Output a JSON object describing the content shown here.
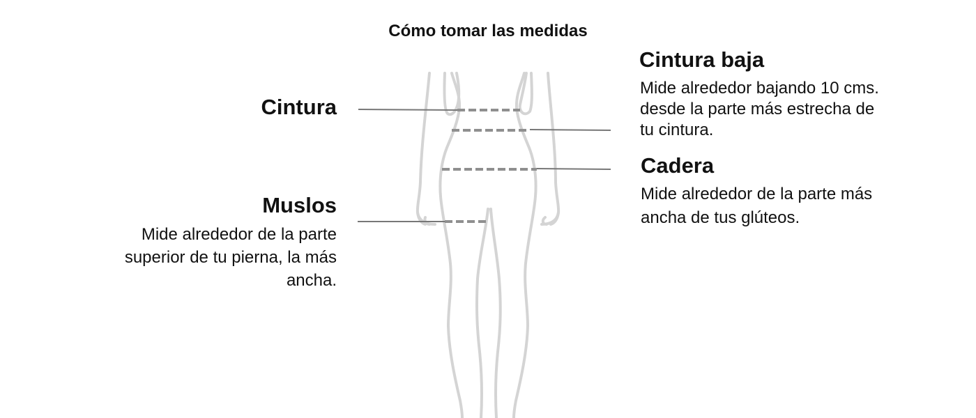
{
  "title": "Cómo tomar las medidas",
  "measurements": {
    "cintura": {
      "label": "Cintura"
    },
    "cintura_baja": {
      "label": "Cintura baja",
      "description": "Mide alrededor bajando 10 cms. desde la parte más estrecha de tu cintura."
    },
    "cadera": {
      "label": "Cadera",
      "description": "Mide alrededor de la parte más ancha de tus glúteos."
    },
    "muslos": {
      "label": "Muslos",
      "description": "Mide alrededor de la parte superior de tu pierna, la más ancha."
    }
  },
  "colors": {
    "text": "#111111",
    "silhouette": "#d4d4d4",
    "leader_line": "#777777",
    "dashed_line": "#8f8f8f"
  }
}
